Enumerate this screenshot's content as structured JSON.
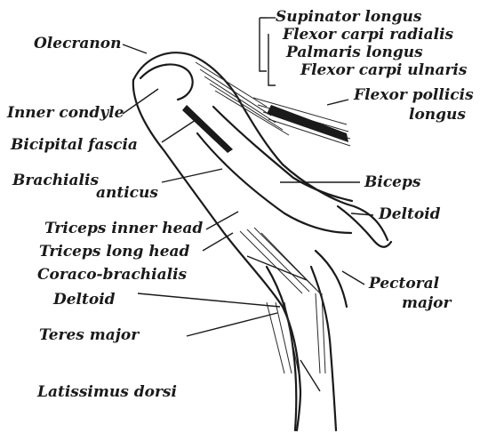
{
  "labels": {
    "supinator_longus": "Supinator longus",
    "flexor_carpi_radialis": "Flexor carpi radialis",
    "palmaris_longus": "Palmaris longus",
    "flexor_carpi_ulnaris": "Flexor carpi ulnaris",
    "flexor_pollicis_longus_1": "Flexor pollicis",
    "flexor_pollicis_longus_2": "longus",
    "olecranon": "Olecranon",
    "inner_condyle": "Inner condyle",
    "bicipital_fascia": "Bicipital fascia",
    "brachialis_anticus_1": "Brachialis",
    "brachialis_anticus_2": "anticus",
    "biceps": "Biceps",
    "deltoid_right": "Deltoid",
    "triceps_inner_head": "Triceps inner head",
    "triceps_long_head": "Triceps long head",
    "coraco_brachialis": "Coraco-brachialis",
    "deltoid_left": "Deltoid",
    "pectoral_major_1": "Pectoral",
    "pectoral_major_2": "major",
    "teres_major": "Teres major",
    "latissimus_dorsi": "Latissimus dorsi"
  }
}
